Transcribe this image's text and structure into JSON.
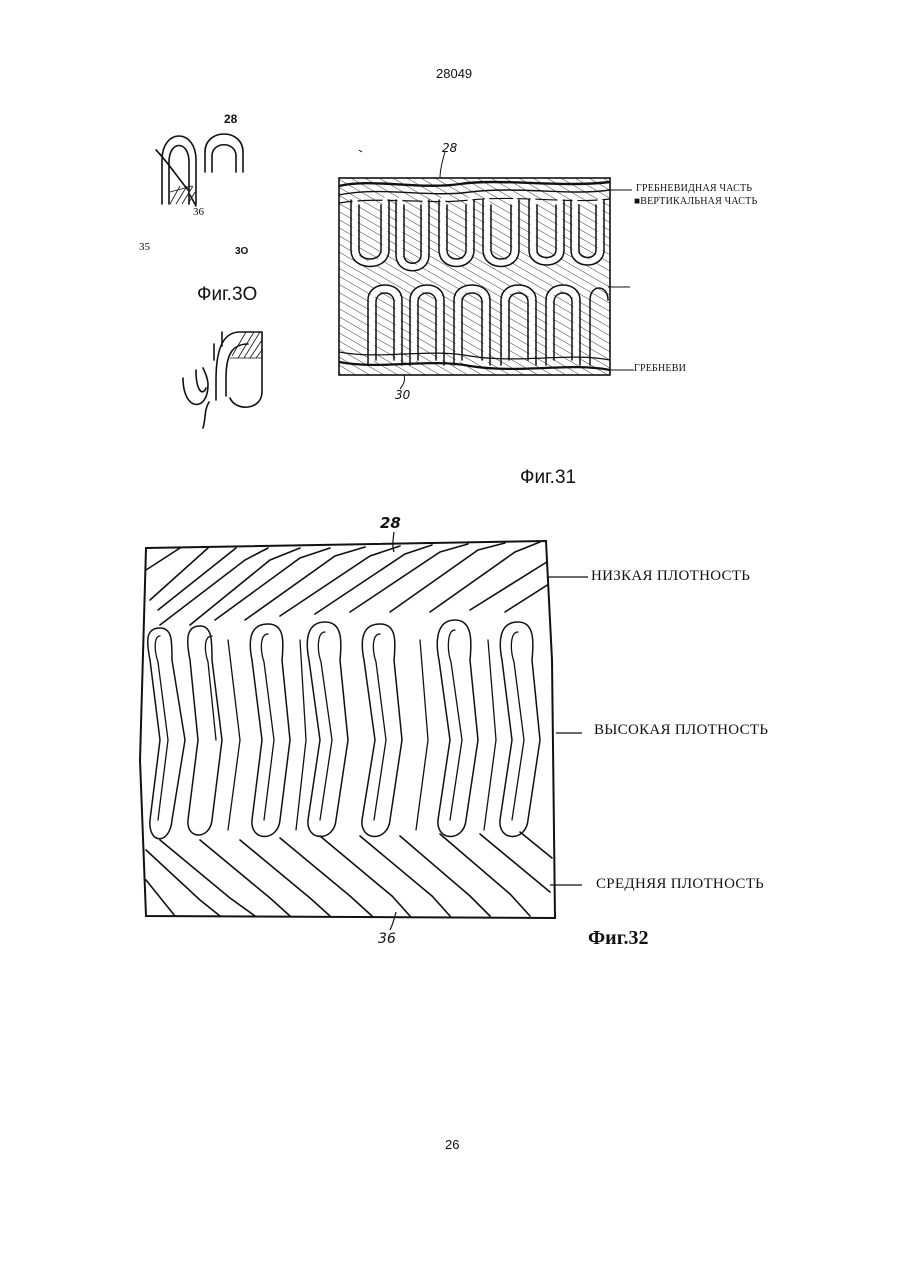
{
  "header": {
    "doc_number": "28049"
  },
  "footer": {
    "page_number": "26"
  },
  "fig30": {
    "caption": "Фиг.3О",
    "refs": {
      "r28": "28",
      "r36": "36",
      "r35": "35",
      "r30": "3О"
    }
  },
  "fig31": {
    "caption": "Фиг.31",
    "refs": {
      "r28": "28",
      "r30": "30"
    },
    "labels": {
      "comb_part": "ГРЕБНЕВИДНАЯ ЧАСТЬ",
      "vertical_part": "■ВЕРТИКАЛЬНАЯ ЧАСТЬ",
      "comb_bottom": "ГРЕБНЕВИ"
    }
  },
  "fig32": {
    "caption": "Фиг.32",
    "refs": {
      "r28": "28",
      "r36": "36"
    },
    "labels": {
      "low": "НИЗКАЯ ПЛОТНОСТЬ",
      "high": "ВЫСОКАЯ ПЛОТНОСТЬ",
      "medium": "СРЕДНЯЯ ПЛОТНОСТЬ"
    }
  }
}
